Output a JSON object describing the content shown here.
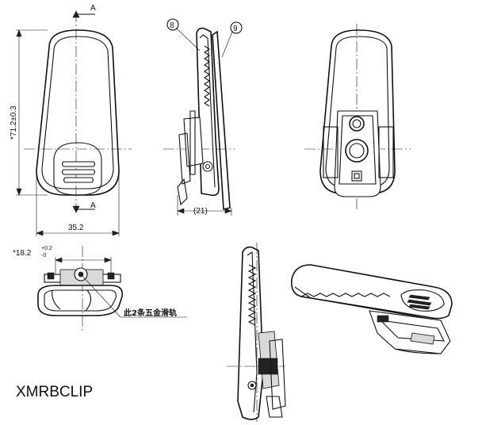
{
  "section_marks": {
    "top": "A",
    "bottom": "A"
  },
  "balloons": {
    "left": "8",
    "right": "9"
  },
  "dimensions": {
    "height": "*71.2±0.3",
    "width": "35.2",
    "depth": "(21)",
    "thickness_base": "*18.2",
    "thickness_tol_upper": "+0.2",
    "thickness_tol_lower": "-0"
  },
  "annotation": "此2条五金滑轨",
  "model_label": "XMRBCLIP"
}
